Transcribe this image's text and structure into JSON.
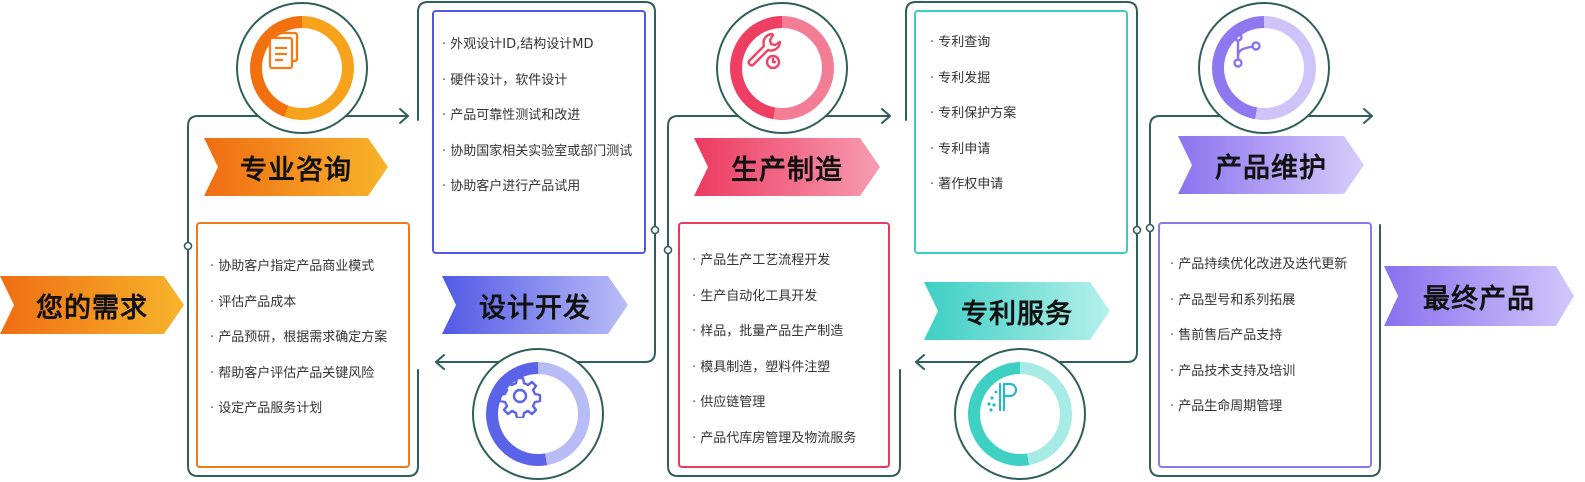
{
  "stages": [
    {
      "id": "demand",
      "title": "您的需求",
      "color": "#f7a21b"
    },
    {
      "id": "consult",
      "title": "专业咨询",
      "color": "#f7a21b",
      "items": [
        "协助客户指定产品商业模式",
        "评估产品成本",
        "产品预研，根据需求确定方案",
        " 帮助客户评估产品关键风险",
        "设定产品服务计划"
      ]
    },
    {
      "id": "design",
      "title": "设计开发",
      "color": "#6a72ee",
      "items": [
        "外观设计ID,结构设计MD",
        "硬件设计，软件设计",
        "产品可靠性测试和改进",
        " 协助国家相关实验室或部门测试",
        "协助客户进行产品试用"
      ]
    },
    {
      "id": "manufacture",
      "title": "生产制造",
      "color": "#ef4a6a",
      "items": [
        "产品生产工艺流程开发",
        "生产自动化工具开发",
        "样品，批量产品生产制造",
        " 模具制造，塑料件注塑",
        "供应链管理",
        "产品代库房管理及物流服务"
      ]
    },
    {
      "id": "patent",
      "title": "专利服务",
      "color": "#3ecfc4",
      "items": [
        "专利查询",
        "专利发掘",
        "专利保护方案",
        " 专利申请",
        "著作权申请"
      ]
    },
    {
      "id": "maintain",
      "title": "产品维护",
      "color": "#9a84f0",
      "items": [
        "产品持续优化改进及迭代更新",
        "产品型号和系列拓展",
        "售前售后产品支持",
        " 产品技术支持及培训",
        "产品生命周期管理"
      ]
    },
    {
      "id": "final",
      "title": "最终产品",
      "color": "#9a84f0"
    }
  ],
  "colors": {
    "line": "#2f5f5c",
    "orange": "#f7931e",
    "blue": "#5b63e8",
    "red": "#ee4466",
    "teal": "#3fd0c4",
    "purple": "#9b86f2"
  }
}
